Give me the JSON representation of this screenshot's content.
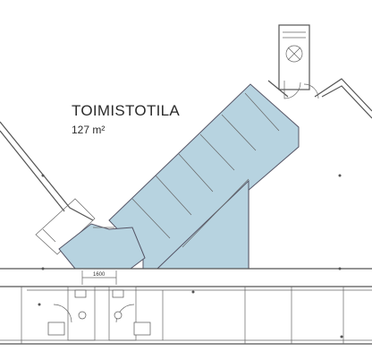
{
  "room": {
    "name": "TOIMISTOTILA",
    "area": "127 m²"
  },
  "dimension": {
    "corridor_width": "1600"
  },
  "colors": {
    "glass_fill": "#b7d3e0",
    "wall": "#555555"
  },
  "icons": {
    "ventilation": "fan-icon",
    "doors": "door-swing-icon"
  }
}
